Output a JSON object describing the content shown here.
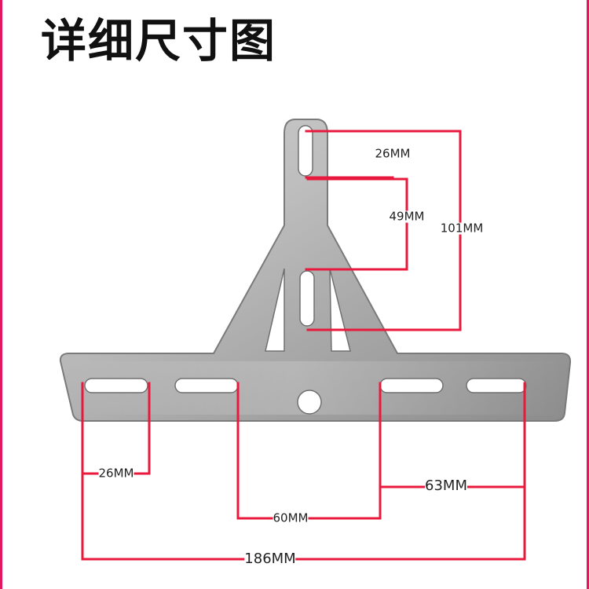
{
  "title": "详细尺寸图",
  "colors": {
    "dimension_line": "#e8193c",
    "accent_edge": "#e2175f",
    "plate_light": "#c9c9c9",
    "plate_dark": "#8e8e8e",
    "plate_outline": "#7a7a7a",
    "background": "#ffffff"
  },
  "dimensions": {
    "top_slot_length": "26MM",
    "slot_spacing": "49MM",
    "vertical_total": "101MM",
    "side_slot_length": "26MM",
    "inner_slot_spacing": "60MM",
    "right_slot_spacing": "63MM",
    "total_width": "186MM"
  }
}
